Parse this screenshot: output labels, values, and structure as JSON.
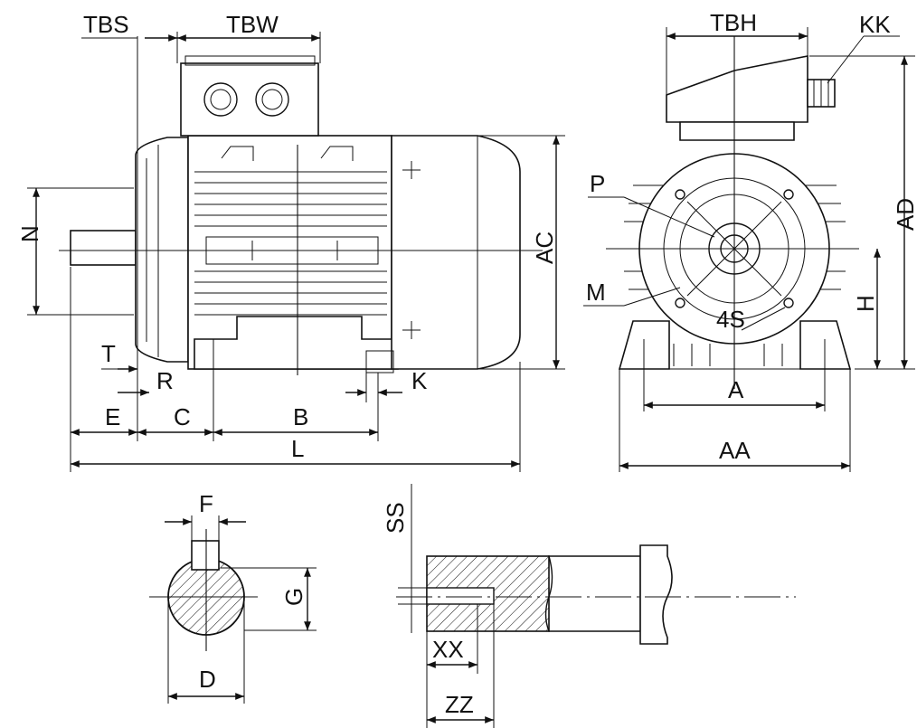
{
  "drawing": {
    "title": "",
    "side_view_labels": {
      "tbs": "TBS",
      "tbw": "TBW",
      "n": "N",
      "ac": "AC",
      "t": "T",
      "r": "R",
      "k": "K",
      "e": "E",
      "c": "C",
      "b": "B",
      "l": "L"
    },
    "front_view_labels": {
      "tbh": "TBH",
      "kk": "KK",
      "p": "P",
      "ad": "AD",
      "m": "M",
      "four_s": "4S",
      "h": "H",
      "a": "A",
      "aa": "AA"
    },
    "shaft_section_labels": {
      "f": "F",
      "g": "G",
      "d": "D"
    },
    "shaft_end_labels": {
      "ss": "SS",
      "xx": "XX",
      "zz": "ZZ"
    }
  },
  "colors": {
    "line": "#111111",
    "background": "#ffffff",
    "fill": "#f2f2f2"
  }
}
